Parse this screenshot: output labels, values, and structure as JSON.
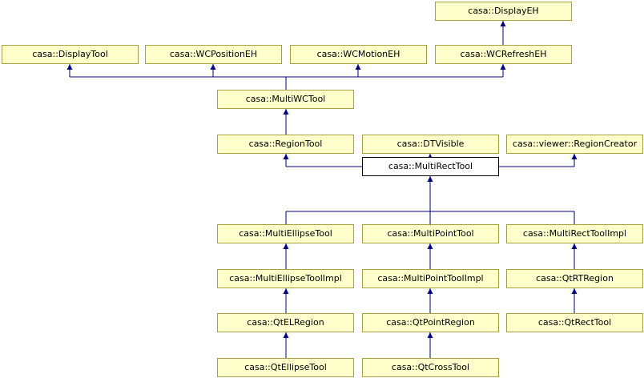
{
  "nodes": {
    "display_eh": "casa::DisplayEH",
    "display_tool": "casa::DisplayTool",
    "wc_position_eh": "casa::WCPositionEH",
    "wc_motion_eh": "casa::WCMotionEH",
    "wc_refresh_eh": "casa::WCRefreshEH",
    "multi_wc_tool": "casa::MultiWCTool",
    "region_tool": "casa::RegionTool",
    "dt_visible": "casa::DTVisible",
    "region_creator": "casa::viewer::RegionCreator",
    "multi_rect_tool": "casa::MultiRectTool",
    "multi_ellipse_tool": "casa::MultiEllipseTool",
    "multi_point_tool": "casa::MultiPointTool",
    "multi_rect_tool_impl": "casa::MultiRectToolImpl",
    "multi_ellipse_tool_impl": "casa::MultiEllipseToolImpl",
    "multi_point_tool_impl": "casa::MultiPointToolImpl",
    "qt_rt_region": "casa::QtRTRegion",
    "qt_el_region": "casa::QtELRegion",
    "qt_point_region": "casa::QtPointRegion",
    "qt_rect_tool": "casa::QtRectTool",
    "qt_ellipse_tool": "casa::QtEllipseTool",
    "qt_cross_tool": "casa::QtCrossTool"
  },
  "colors": {
    "node_fill": "#ffffcc",
    "node_border": "#a8a040",
    "focus_fill": "#ffffff",
    "focus_border": "#000000",
    "edge": "#000080"
  }
}
